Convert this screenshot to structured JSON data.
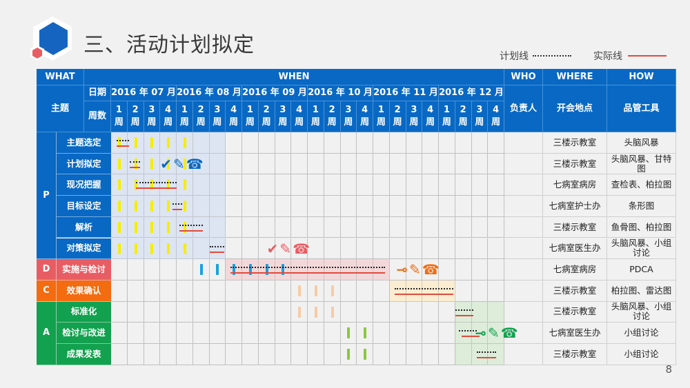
{
  "header": {
    "title": "三、活动计划拟定",
    "page_number": "8"
  },
  "legend": {
    "plan_label": "计划线",
    "actual_label": "实际线"
  },
  "colors": {
    "header_blue": "#0868c4",
    "P": "#0868c4",
    "D": "#e85d63",
    "C": "#f46b10",
    "A": "#12a14e",
    "plan_line": "#222222",
    "actual_line": "#e04a3a"
  },
  "table": {
    "top_headers": {
      "what": "WHAT",
      "when": "WHEN",
      "who": "WHO",
      "where": "WHERE",
      "how": "HOW"
    },
    "sub_headers": {
      "subject": "主题",
      "date": "日期",
      "week_count": "周数",
      "owner": "负责人",
      "location": "开会地点",
      "tools": "品管工具"
    },
    "months": [
      "2016 年 07 月",
      "2016 年 08 月",
      "2016 年 09 月",
      "2016 年 10 月",
      "2016 年 11 月",
      "2016 年 12 月"
    ],
    "week_labels": [
      "1\n周",
      "2\n周",
      "3\n周",
      "4\n周"
    ],
    "phases": [
      {
        "letter": "P",
        "rows": 6
      },
      {
        "letter": "D",
        "rows": 1
      },
      {
        "letter": "C",
        "rows": 1
      },
      {
        "letter": "A",
        "rows": 3
      }
    ],
    "rows": [
      {
        "phase": "P",
        "subject": "主题选定",
        "owner": "",
        "location": "三楼示教室",
        "tools": "头脑风暴"
      },
      {
        "phase": "P",
        "subject": "计划拟定",
        "owner": "",
        "location": "三楼示教室",
        "tools": "头脑风暴、甘特图"
      },
      {
        "phase": "P",
        "subject": "现况把握",
        "owner": "",
        "location": "七病室病房",
        "tools": "查检表、柏拉图"
      },
      {
        "phase": "P",
        "subject": "目标设定",
        "owner": "",
        "location": "七病室护士办",
        "tools": "条形图"
      },
      {
        "phase": "P",
        "subject": "解析",
        "owner": "",
        "location": "三楼示教室",
        "tools": "鱼骨图、柏拉图"
      },
      {
        "phase": "P",
        "subject": "对策拟定",
        "owner": "",
        "location": "七病室医生办",
        "tools": "头脑风暴、小组讨论"
      },
      {
        "phase": "D",
        "subject": "实施与检讨",
        "owner": "",
        "location": "七病室病房",
        "tools": "PDCA"
      },
      {
        "phase": "C",
        "subject": "效果确认",
        "owner": "",
        "location": "三楼示教室",
        "tools": "柏拉图、雷达图"
      },
      {
        "phase": "A",
        "subject": "标准化",
        "owner": "",
        "location": "三楼示教室",
        "tools": "头脑风暴、小组讨论"
      },
      {
        "phase": "A",
        "subject": "检讨与改进",
        "owner": "",
        "location": "七病室医生办",
        "tools": "小组讨论"
      },
      {
        "phase": "A",
        "subject": "成果发表",
        "owner": "",
        "location": "三楼示教室",
        "tools": "小组讨论"
      }
    ]
  },
  "gantt": {
    "shaded_regions": [
      {
        "phase": "P",
        "row_start": 0,
        "row_end": 5,
        "week_start": 0,
        "week_end": 6,
        "color": "#d9e3f3"
      },
      {
        "phase": "D",
        "row_start": 6,
        "row_end": 6,
        "week_start": 7,
        "week_end": 16,
        "color": "#f3d3d6"
      },
      {
        "phase": "C",
        "row_start": 7,
        "row_end": 7,
        "week_start": 17,
        "week_end": 20,
        "color": "#fdeccb"
      },
      {
        "phase": "A",
        "row_start": 8,
        "row_end": 10,
        "week_start": 21,
        "week_end": 23,
        "color": "#dbebd6"
      }
    ],
    "tasks": [
      {
        "row": 0,
        "plan": [
          0.35,
          1.1
        ],
        "actual": [
          0.35,
          1.1
        ]
      },
      {
        "row": 1,
        "plan": [
          1.15,
          1.75
        ],
        "actual": [
          1.15,
          1.75
        ]
      },
      {
        "row": 2,
        "plan": [
          1.5,
          4.0
        ],
        "actual": [
          1.5,
          4.0
        ]
      },
      {
        "row": 3,
        "plan": [
          3.75,
          4.35
        ],
        "actual": [
          3.75,
          4.35
        ]
      },
      {
        "row": 4,
        "plan": [
          4.15,
          5.6
        ],
        "actual": [
          4.15,
          5.6
        ]
      },
      {
        "row": 5,
        "plan": [
          6.0,
          6.9
        ],
        "actual": [
          6.0,
          6.9
        ]
      },
      {
        "row": 6,
        "plan": [
          7.3,
          16.7
        ],
        "actual": [
          7.3,
          16.7
        ]
      },
      {
        "row": 7,
        "plan": [
          17.3,
          20.9
        ],
        "actual": [
          17.3,
          20.9
        ]
      },
      {
        "row": 8,
        "plan": [
          21.0,
          22.1
        ],
        "actual": [
          21.0,
          22.1
        ]
      },
      {
        "row": 9,
        "plan": [
          21.2,
          22.3
        ],
        "actual": [
          21.4,
          22.5
        ]
      },
      {
        "row": 10,
        "plan": [
          22.3,
          23.5
        ],
        "actual": [
          22.3,
          23.5
        ]
      }
    ],
    "meeting_bars": [
      {
        "rows": [
          0,
          1,
          2,
          3,
          4,
          5
        ],
        "weeks": [
          0,
          1,
          2,
          3,
          4
        ],
        "color": "#f5ee00"
      },
      {
        "rows": [
          6
        ],
        "weeks": [
          5,
          6,
          7,
          8,
          9,
          10
        ],
        "color": "#1aa0e0"
      },
      {
        "rows": [
          7,
          8
        ],
        "weeks": [
          11,
          12,
          13
        ],
        "color": "#f7cba6"
      },
      {
        "rows": [
          9,
          10
        ],
        "weeks": [
          14,
          15
        ],
        "color": "#8cc640"
      }
    ],
    "icon_groups": [
      {
        "row": 1,
        "week": 3.0,
        "color": "#0868c4",
        "icons": [
          "check-icon",
          "pencil-icon",
          "telephone-icon"
        ],
        "glyphs": [
          "✔",
          "✎",
          "☎"
        ]
      },
      {
        "row": 5,
        "week": 9.5,
        "color": "#e85d63",
        "icons": [
          "check-icon",
          "pencil-icon",
          "telephone-icon"
        ],
        "glyphs": [
          "✔",
          "✎",
          "☎"
        ]
      },
      {
        "row": 6,
        "week": 17.4,
        "color": "#f46b10",
        "icons": [
          "key-icon",
          "pencil-icon",
          "telephone-icon"
        ],
        "glyphs": [
          "⊸",
          "✎",
          "☎"
        ]
      },
      {
        "row": 9,
        "week": 22.2,
        "color": "#12a14e",
        "icons": [
          "key-icon",
          "pencil-icon",
          "telephone-icon"
        ],
        "glyphs": [
          "⊸",
          "✎",
          "☎"
        ]
      }
    ]
  }
}
